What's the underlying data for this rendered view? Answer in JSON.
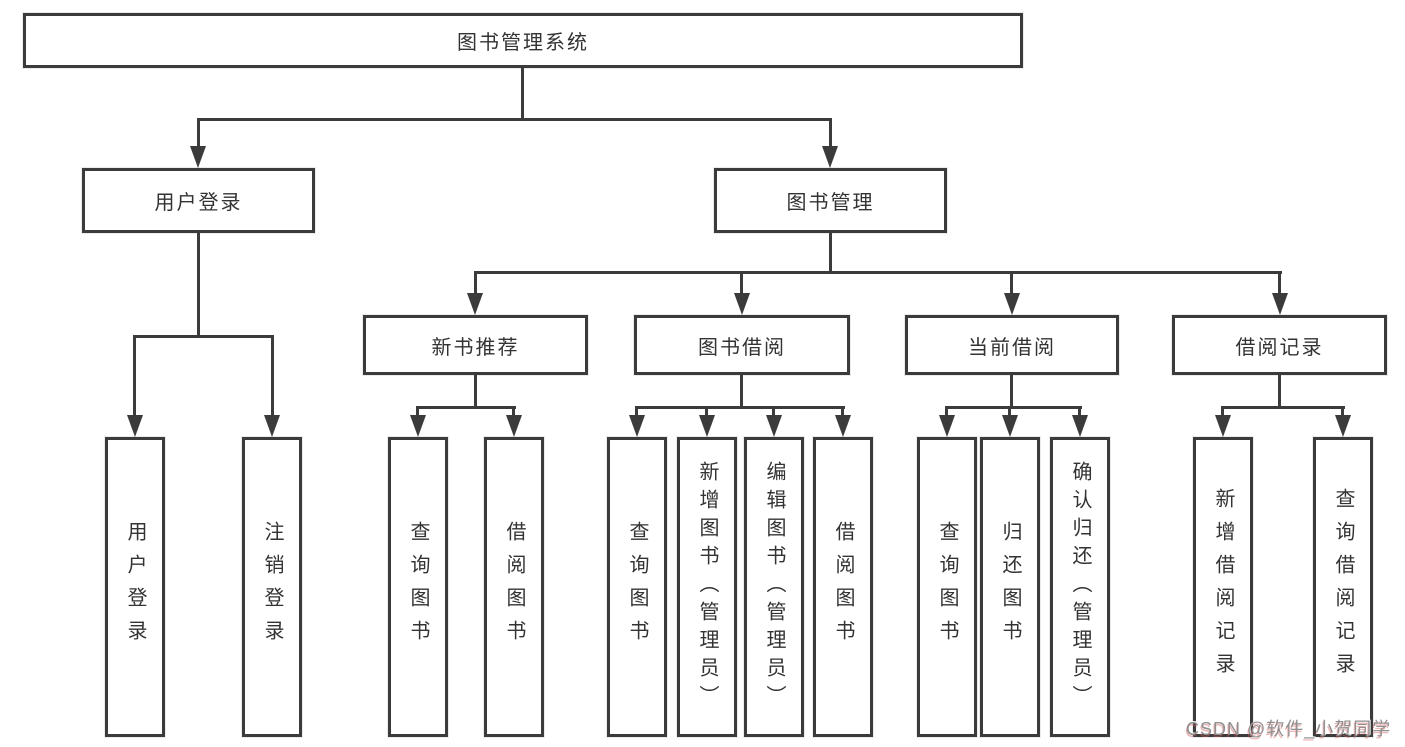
{
  "diagram": {
    "type": "tree",
    "root": {
      "label": "图书管理系统"
    },
    "level2": [
      {
        "label": "用户登录",
        "parent": "图书管理系统"
      },
      {
        "label": "图书管理",
        "parent": "图书管理系统"
      }
    ],
    "level3": [
      {
        "label": "新书推荐",
        "parent": "图书管理"
      },
      {
        "label": "图书借阅",
        "parent": "图书管理"
      },
      {
        "label": "当前借阅",
        "parent": "图书管理"
      },
      {
        "label": "借阅记录",
        "parent": "图书管理"
      }
    ],
    "leaves": [
      {
        "label": "用户登录",
        "parent": "用户登录"
      },
      {
        "label": "注销登录",
        "parent": "用户登录"
      },
      {
        "label": "查询图书",
        "parent": "新书推荐"
      },
      {
        "label": "借阅图书",
        "parent": "新书推荐"
      },
      {
        "label": "查询图书",
        "parent": "图书借阅"
      },
      {
        "label": "新增图书（管理员）",
        "parent": "图书借阅"
      },
      {
        "label": "编辑图书（管理员）",
        "parent": "图书借阅"
      },
      {
        "label": "借阅图书",
        "parent": "图书借阅"
      },
      {
        "label": "查询图书",
        "parent": "当前借阅"
      },
      {
        "label": "归还图书",
        "parent": "当前借阅"
      },
      {
        "label": "确认归还（管理员）",
        "parent": "当前借阅"
      },
      {
        "label": "新增借阅记录",
        "parent": "借阅记录"
      },
      {
        "label": "查询借阅记录",
        "parent": "借阅记录"
      }
    ],
    "colors": {
      "line": "#3b3b3b",
      "box_border": "#3b3b3b",
      "text": "#333333",
      "background": "#ffffff"
    }
  },
  "watermark": {
    "text": "CSDN @软件_小贺同学",
    "color": "#8f8f8f"
  }
}
